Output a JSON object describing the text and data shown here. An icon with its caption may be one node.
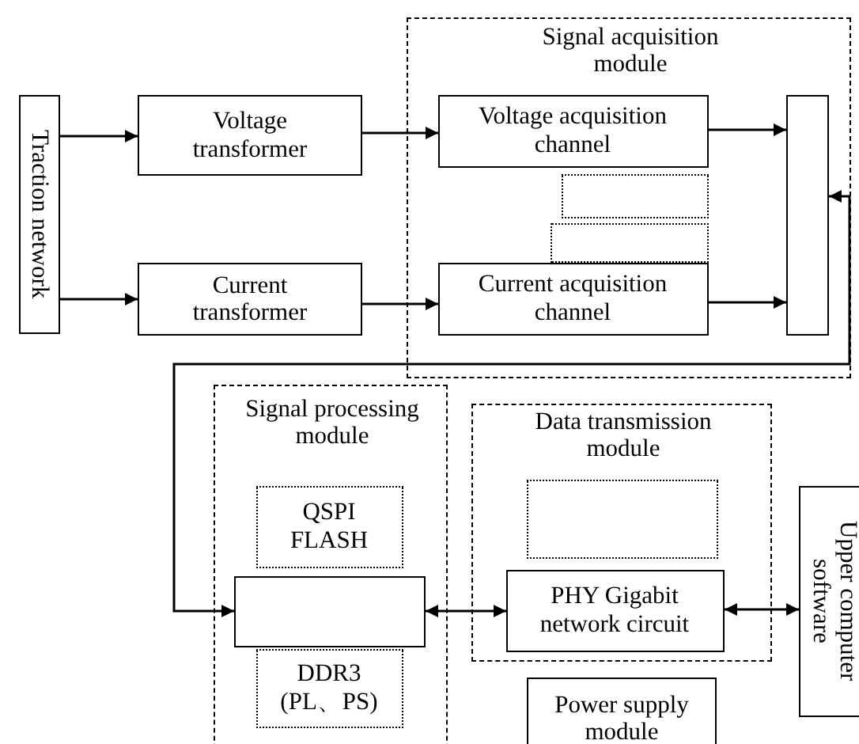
{
  "diagram": {
    "nodes": [
      {
        "text": [
          "Traction network"
        ]
      },
      {
        "text": [
          "Voltage transformer"
        ]
      },
      {
        "text": [
          "Current transformer"
        ]
      },
      {
        "text": [
          "Signal acquisition module"
        ]
      },
      {
        "text": [
          "Voltage acquisition channel"
        ],
        "in": 3
      },
      {
        "text": [],
        "shape": "box",
        "in": 3
      },
      {
        "text": [],
        "shape": "box",
        "in": 3
      },
      {
        "text": [
          "Current acquisition channel"
        ],
        "in": 3
      },
      {
        "text": [],
        "shape": "box",
        "in": 3
      },
      {
        "text": [
          "Signal processing module"
        ]
      },
      {
        "text": [
          "QSPI FLASH"
        ],
        "in": 9
      },
      {
        "text": [],
        "shape": "box",
        "in": 9
      },
      {
        "text": [
          "DDR3 (PL、PS)"
        ],
        "in": 9
      },
      {
        "text": [
          "Data transmission module"
        ]
      },
      {
        "text": [],
        "shape": "box",
        "in": 13
      },
      {
        "text": [
          "PHY Gigabit network circuit"
        ],
        "in": 13
      },
      {
        "text": [
          "Upper computer software"
        ]
      },
      {
        "text": [
          "Power supply module"
        ]
      }
    ],
    "edges": [
      {
        "from": 0,
        "to": 1,
        "arrow": "to"
      },
      {
        "from": 0,
        "to": 2,
        "arrow": "to"
      },
      {
        "from": 1,
        "to": 4,
        "arrow": "to"
      },
      {
        "from": 2,
        "to": 7,
        "arrow": "to"
      },
      {
        "from": 4,
        "to": 8,
        "arrow": "to"
      },
      {
        "from": 7,
        "to": 8,
        "arrow": "to"
      },
      {
        "from": 8,
        "to": 11,
        "arrow": "both"
      },
      {
        "from": 11,
        "to": 15,
        "arrow": "both"
      },
      {
        "from": 15,
        "to": 16,
        "arrow": "both"
      }
    ]
  }
}
